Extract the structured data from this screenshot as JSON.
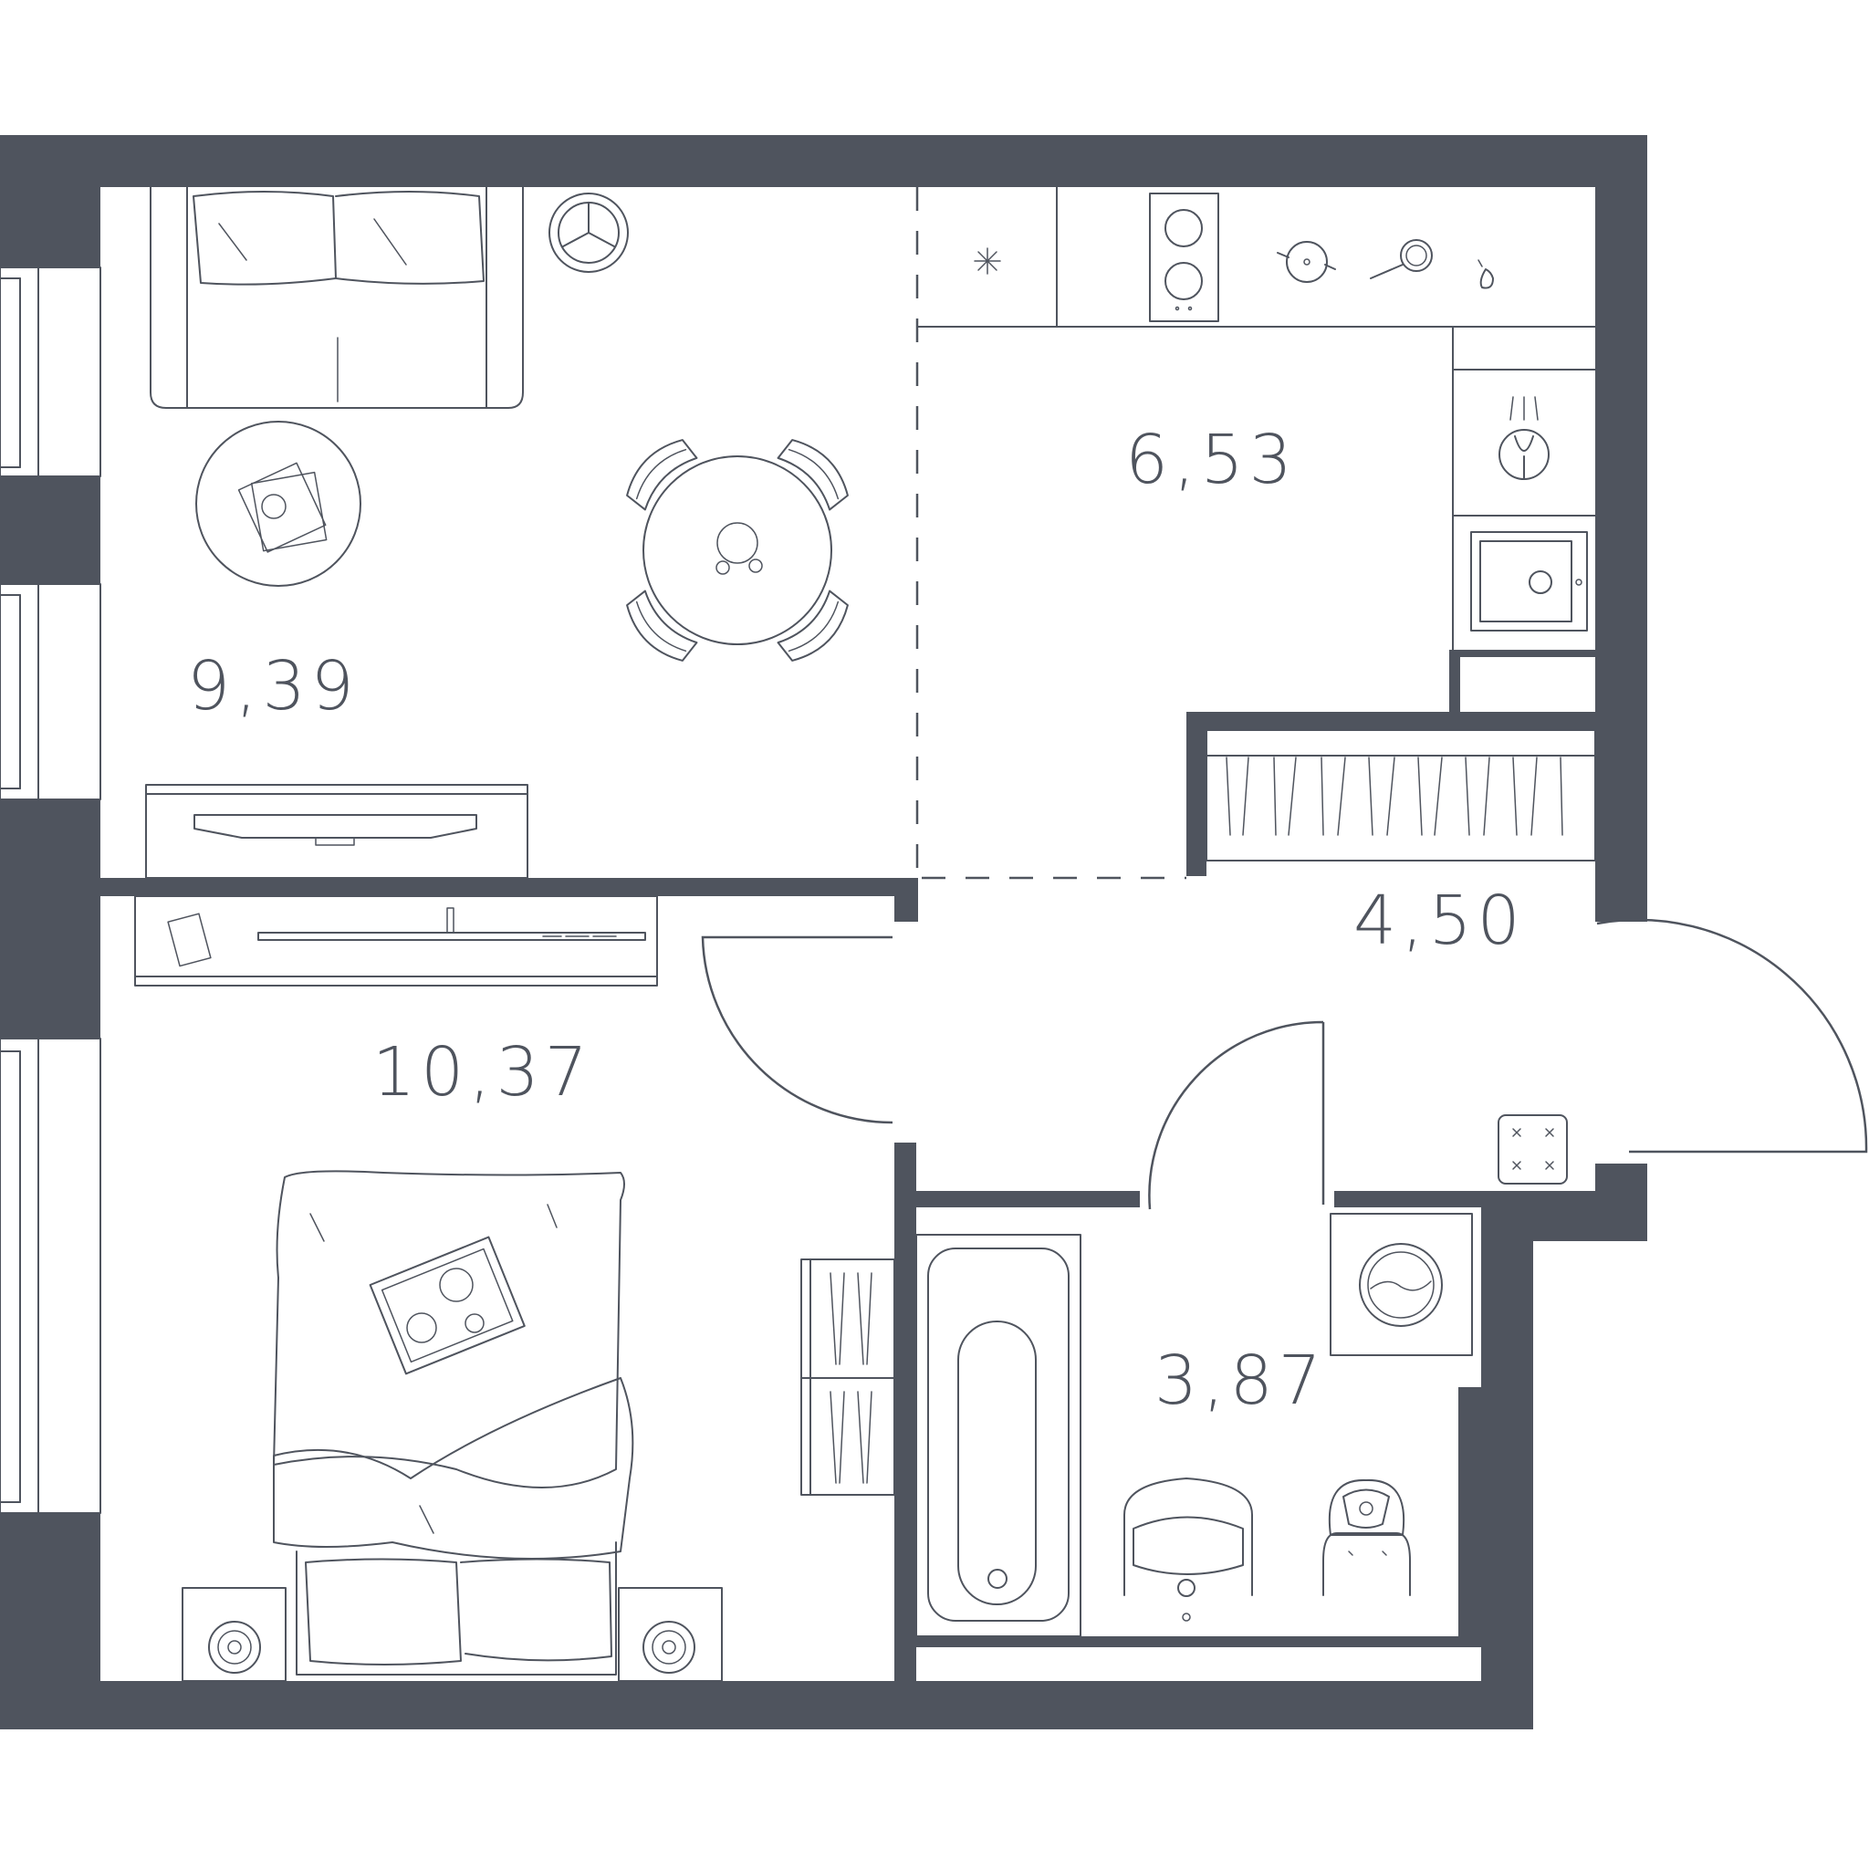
{
  "floor_plan": {
    "wall_color": "#4f545e",
    "background_color": "#ffffff",
    "rooms": [
      {
        "id": "living",
        "area": "9,39"
      },
      {
        "id": "kitchen",
        "area": "6,53"
      },
      {
        "id": "hall",
        "area": "4,50"
      },
      {
        "id": "bedroom",
        "area": "10,37"
      },
      {
        "id": "bathroom",
        "area": "3,87"
      }
    ],
    "icons": [
      "sofa-icon",
      "floor-lamp-icon",
      "coffee-table-icon",
      "dining-set-icon",
      "tv-stand-icon",
      "fridge-icon",
      "stove-icon",
      "kettle-icon",
      "pan-icon",
      "pear-icon",
      "wine-glass-icon",
      "sink-icon",
      "wardrobe-icon",
      "desk-icon",
      "bed-icon",
      "breakfast-tray-icon",
      "nightstand-icon",
      "shelf-icon",
      "bathtub-icon",
      "washbasin-icon",
      "toilet-icon",
      "washing-machine-icon",
      "door-icon"
    ]
  }
}
